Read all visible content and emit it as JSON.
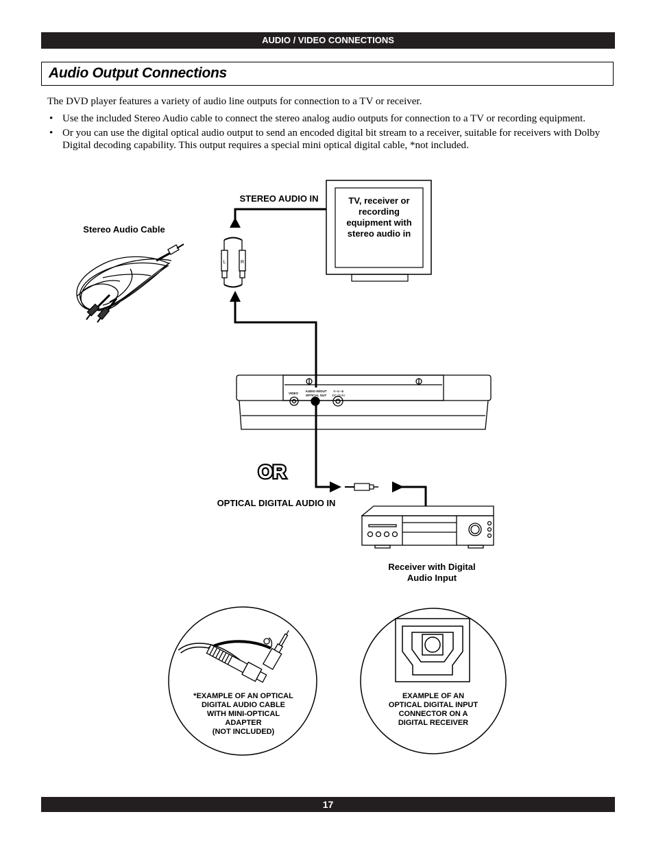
{
  "header": {
    "section": "AUDIO / VIDEO CONNECTIONS"
  },
  "title": "Audio Output Connections",
  "intro": "The DVD player features a variety of audio line outputs for connection to a TV or receiver.",
  "bullets": [
    "Use the included Stereo Audio cable to connect the stereo analog audio outputs for connection to a TV or recording equipment.",
    "Or you can use the digital optical audio output to send an encoded digital bit stream to a receiver, suitable for receivers with Dolby Digital decoding capability. This output requires a special mini optical digital cable, *not included."
  ],
  "bullet_symbol": "•",
  "diagram": {
    "stereo_audio_in": "STEREO AUDIO IN",
    "stereo_audio_cable": "Stereo Audio Cable",
    "tv_label": "TV, receiver or recording equipment with stereo audio in",
    "plug_left": "L",
    "plug_right": "R",
    "dvd_video": "VIDEO",
    "dvd_audio_out_line1": "AUDIO IN/OUT",
    "dvd_audio_out_line2": "OPTICAL OUT",
    "dvd_dc_line1": "9~⊖~⊕",
    "dvd_dc_line2": "DC IN 9V",
    "or_text": "OR",
    "optical_digital_audio_in": "OPTICAL DIGITAL AUDIO IN",
    "receiver_label_line1": "Receiver with Digital",
    "receiver_label_line2": "Audio Input",
    "example_cable": [
      "*EXAMPLE OF AN OPTICAL",
      "DIGITAL AUDIO CABLE",
      "WITH MINI-OPTICAL",
      "ADAPTER",
      "(NOT INCLUDED)"
    ],
    "example_connector": [
      "EXAMPLE OF AN",
      "OPTICAL DIGITAL INPUT",
      "CONNECTOR ON A",
      "DIGITAL RECEIVER"
    ]
  },
  "footer": {
    "page_number": "17"
  }
}
